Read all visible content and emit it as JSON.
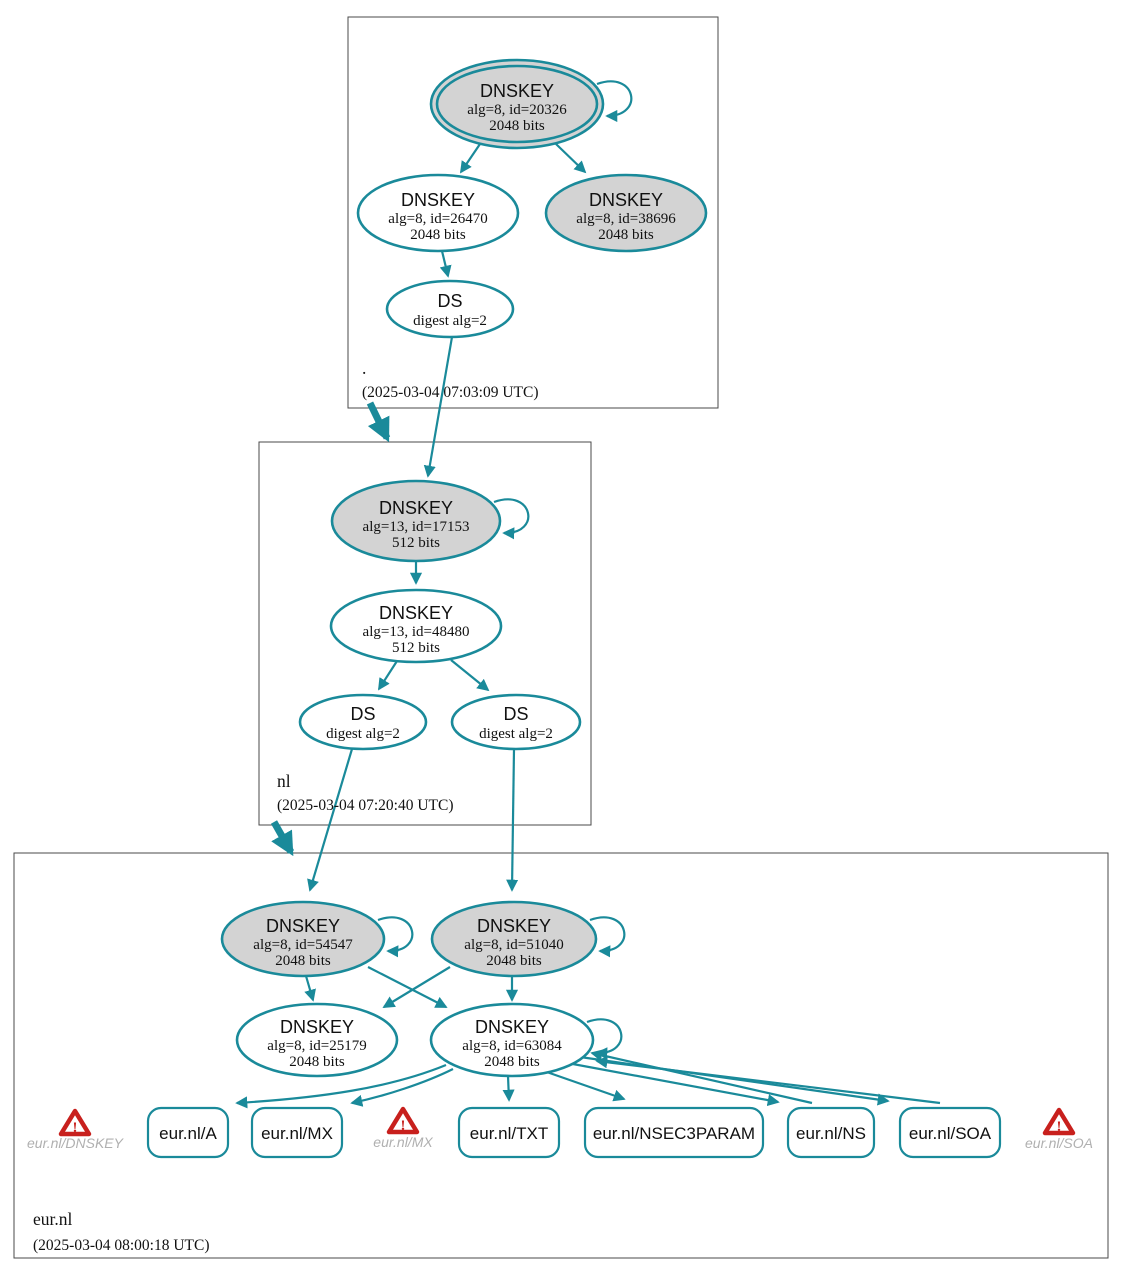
{
  "colors": {
    "edge_teal": "#1a8a9a",
    "node_gray_fill": "#d3d3d3",
    "zone_border": "#4a4a4a",
    "warning_red": "#c8201d",
    "warning_label_gray": "#b0b0b0"
  },
  "zones": {
    "root": {
      "label": ".",
      "timestamp": "(2025-03-04 07:03:09 UTC)",
      "ksk": {
        "title": "DNSKEY",
        "alg": "alg=8, id=20326",
        "bits": "2048 bits"
      },
      "zsk": {
        "title": "DNSKEY",
        "alg": "alg=8, id=26470",
        "bits": "2048 bits"
      },
      "standby": {
        "title": "DNSKEY",
        "alg": "alg=8, id=38696",
        "bits": "2048 bits"
      },
      "ds": {
        "title": "DS",
        "detail": "digest alg=2"
      }
    },
    "nl": {
      "label": "nl",
      "timestamp": "(2025-03-04 07:20:40 UTC)",
      "ksk": {
        "title": "DNSKEY",
        "alg": "alg=13, id=17153",
        "bits": "512 bits"
      },
      "zsk": {
        "title": "DNSKEY",
        "alg": "alg=13, id=48480",
        "bits": "512 bits"
      },
      "ds_left": {
        "title": "DS",
        "detail": "digest alg=2"
      },
      "ds_right": {
        "title": "DS",
        "detail": "digest alg=2"
      }
    },
    "eurnl": {
      "label": "eur.nl",
      "timestamp": "(2025-03-04 08:00:18 UTC)",
      "ksk1": {
        "title": "DNSKEY",
        "alg": "alg=8, id=54547",
        "bits": "2048 bits"
      },
      "ksk2": {
        "title": "DNSKEY",
        "alg": "alg=8, id=51040",
        "bits": "2048 bits"
      },
      "zsk1": {
        "title": "DNSKEY",
        "alg": "alg=8, id=25179",
        "bits": "2048 bits"
      },
      "zsk2": {
        "title": "DNSKEY",
        "alg": "alg=8, id=63084",
        "bits": "2048 bits"
      },
      "rrsets": [
        {
          "label": "eur.nl/A"
        },
        {
          "label": "eur.nl/MX"
        },
        {
          "label": "eur.nl/TXT"
        },
        {
          "label": "eur.nl/NSEC3PARAM"
        },
        {
          "label": "eur.nl/NS"
        },
        {
          "label": "eur.nl/SOA"
        }
      ],
      "warnings": [
        {
          "label": "eur.nl/DNSKEY",
          "glyph": "!"
        },
        {
          "label": "eur.nl/MX",
          "glyph": "!"
        },
        {
          "label": "eur.nl/SOA",
          "glyph": "!"
        }
      ]
    }
  }
}
